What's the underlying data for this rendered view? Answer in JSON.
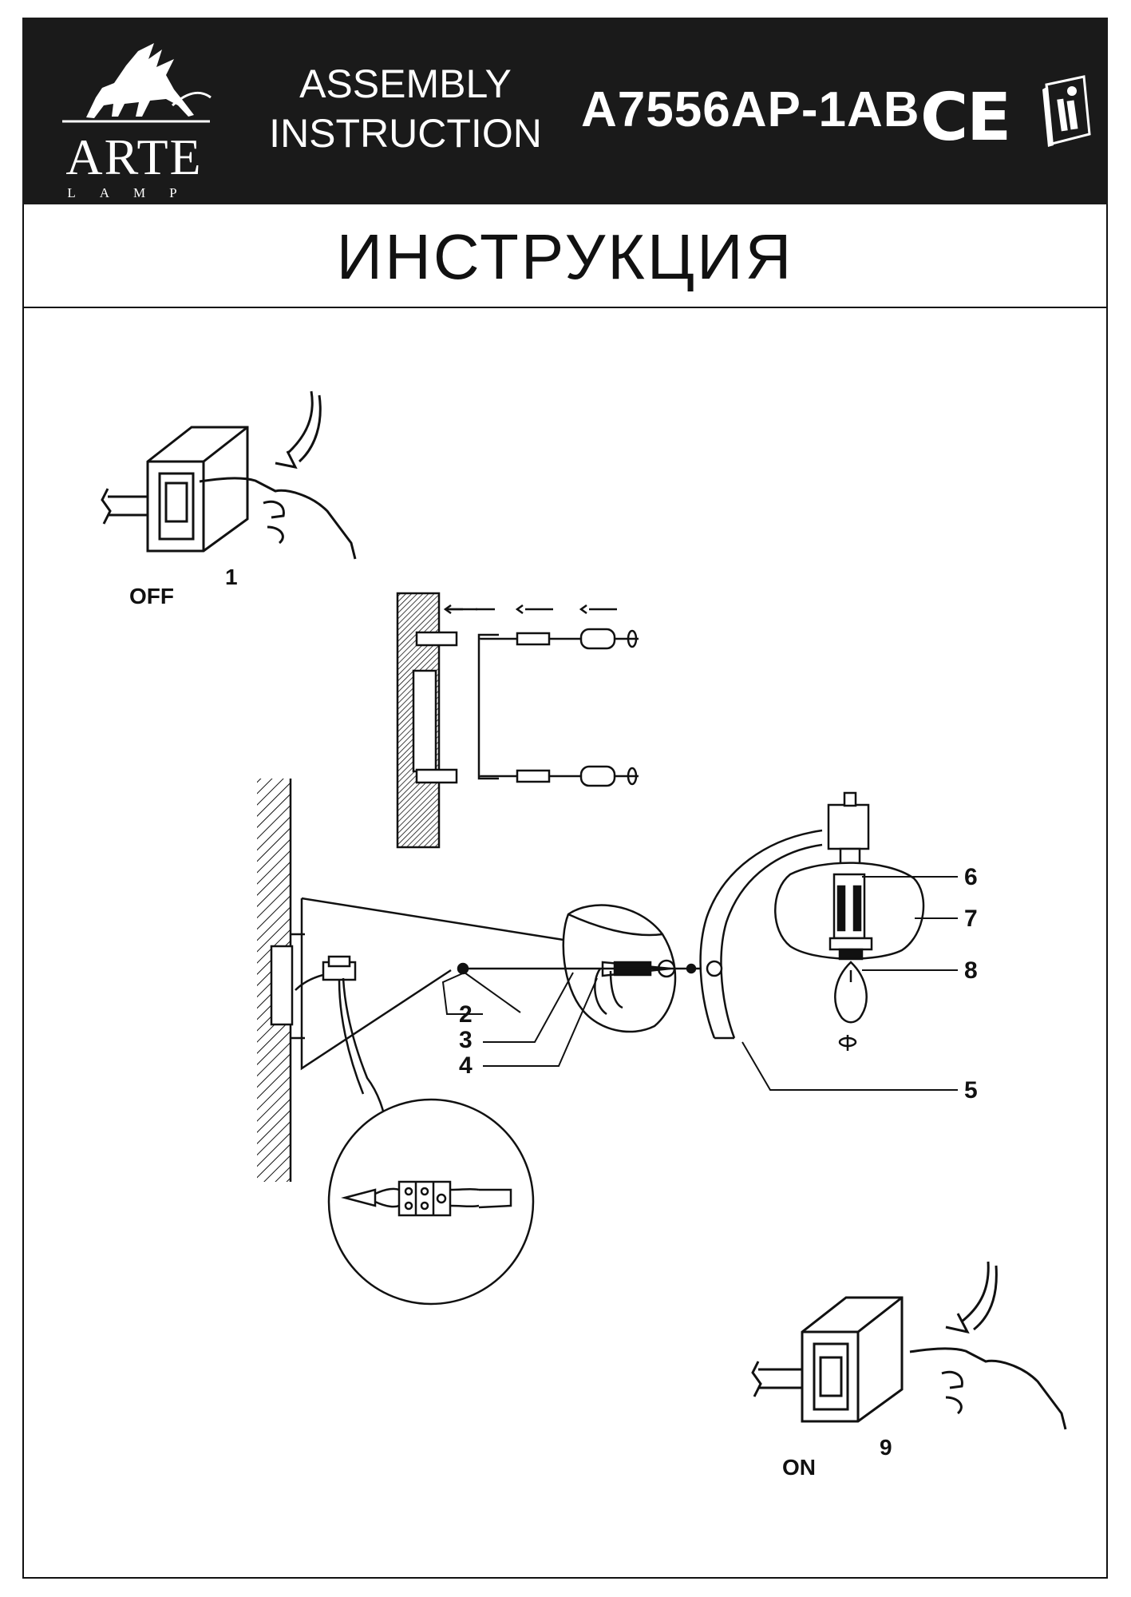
{
  "header": {
    "brand_name": "ARTE",
    "brand_sub": "LAMP",
    "doc_type_line1": "ASSEMBLY",
    "doc_type_line2": "INSTRUCTION",
    "model": "A7556AP-1AB",
    "mark": "CE",
    "icons": [
      "griffin-logo-icon",
      "ce-mark-icon",
      "read-manual-icon"
    ]
  },
  "title": "ИНСТРУКЦИЯ",
  "steps": {
    "off_label": "OFF",
    "off_step": "1",
    "on_label": "ON",
    "on_step": "9"
  },
  "parts": [
    "2",
    "3",
    "4",
    "5",
    "6",
    "7",
    "8"
  ],
  "colors": {
    "header_bg": "#1a1a1a",
    "ink": "#111111",
    "paper": "#ffffff"
  }
}
